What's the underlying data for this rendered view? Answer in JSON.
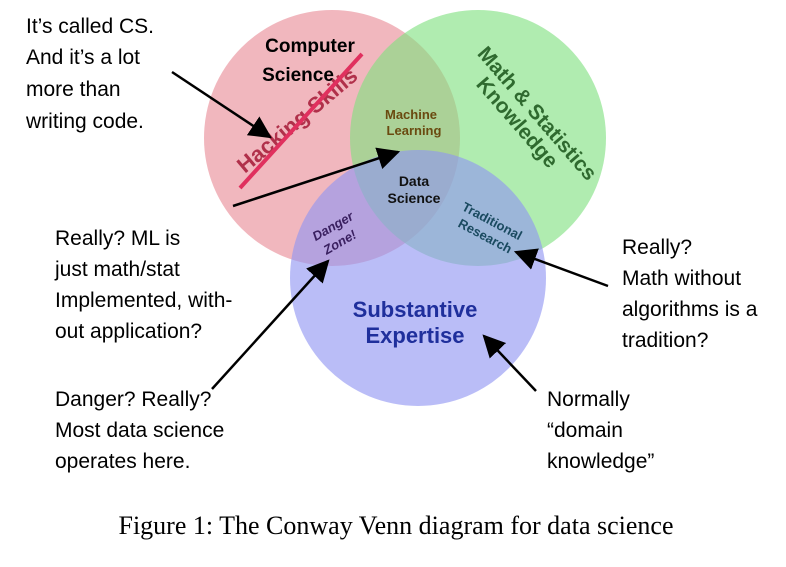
{
  "colors": {
    "circle_cs": "#e88a96",
    "circle_math": "#7fe07f",
    "circle_expertise": "#8f95f2",
    "strike": "#e0305e",
    "label_dark_red": "#b0304a",
    "label_dark_green": "#2f6a2f",
    "label_blue": "#1f2f9c",
    "label_ml": "#6a4a10",
    "label_danger": "#3a2060",
    "label_traditional": "#1a4a60"
  },
  "circles": {
    "cs_title_line1": "Computer",
    "cs_title_line2": "Science",
    "hacking": "Hacking Skills",
    "math_line1": "Math & Statistics",
    "math_line2": "Knowledge",
    "expertise_line1": "Substantive",
    "expertise_line2": "Expertise"
  },
  "overlaps": {
    "ml_line1": "Machine",
    "ml_line2": "Learning",
    "ds_line1": "Data",
    "ds_line2": "Science",
    "danger_line1": "Danger",
    "danger_line2": "Zone!",
    "trad_line1": "Traditional",
    "trad_line2": "Research"
  },
  "annotations": {
    "cs": [
      "It’s called CS.",
      "And it’s a lot",
      "more than",
      "writing code."
    ],
    "ml": [
      "Really?  ML is",
      "just math/stat",
      "Implemented, with-",
      "out application?"
    ],
    "danger": [
      "Danger?  Really?",
      "Most data science",
      "operates here."
    ],
    "trad": [
      "Really?",
      "Math without",
      "algorithms is a",
      "tradition?"
    ],
    "domain": [
      "Normally",
      "“domain",
      "knowledge”"
    ]
  },
  "caption": "Figure 1: The Conway Venn diagram for data science"
}
